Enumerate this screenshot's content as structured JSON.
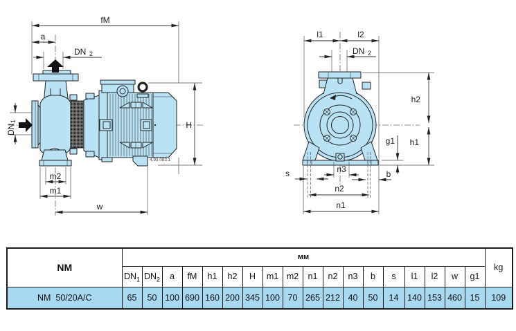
{
  "side_view": {
    "labels": {
      "fM": "fM",
      "a": "a",
      "dn2_base": "DN",
      "dn2_sub": "2",
      "dn1_base": "DN",
      "dn1_sub": "1",
      "H": "H",
      "m2": "m2",
      "m1": "m1",
      "w": "w",
      "code": "4.93.083.1"
    }
  },
  "front_view": {
    "labels": {
      "l1": "l1",
      "l2": "l2",
      "dn2_base": "DN",
      "dn2_sub": "2",
      "h2": "h2",
      "h1": "h1",
      "g1": "g1",
      "s": "s",
      "b": "b",
      "n3": "n3",
      "n2": "n2",
      "n1": "n1"
    }
  },
  "table": {
    "model_header": "NM",
    "unit_header": "мм",
    "weight_header": "kg",
    "columns": [
      {
        "b": "DN",
        "s": "1"
      },
      {
        "b": "DN",
        "s": "2"
      },
      "a",
      "fM",
      "h1",
      "h2",
      "H",
      "m1",
      "m2",
      "n1",
      "n2",
      "n3",
      "b",
      "s",
      "l1",
      "l2",
      "w",
      "g1"
    ],
    "row": {
      "model": "NM  50/20A/C",
      "values": [
        "65",
        "50",
        "100",
        "690",
        "160",
        "200",
        "345",
        "100",
        "70",
        "265",
        "212",
        "40",
        "50",
        "14",
        "140",
        "153",
        "460",
        "15"
      ],
      "weight": "109"
    }
  },
  "colors": {
    "pump_fill": "#b9e2f4",
    "row_fill": "#a9d9f0"
  }
}
